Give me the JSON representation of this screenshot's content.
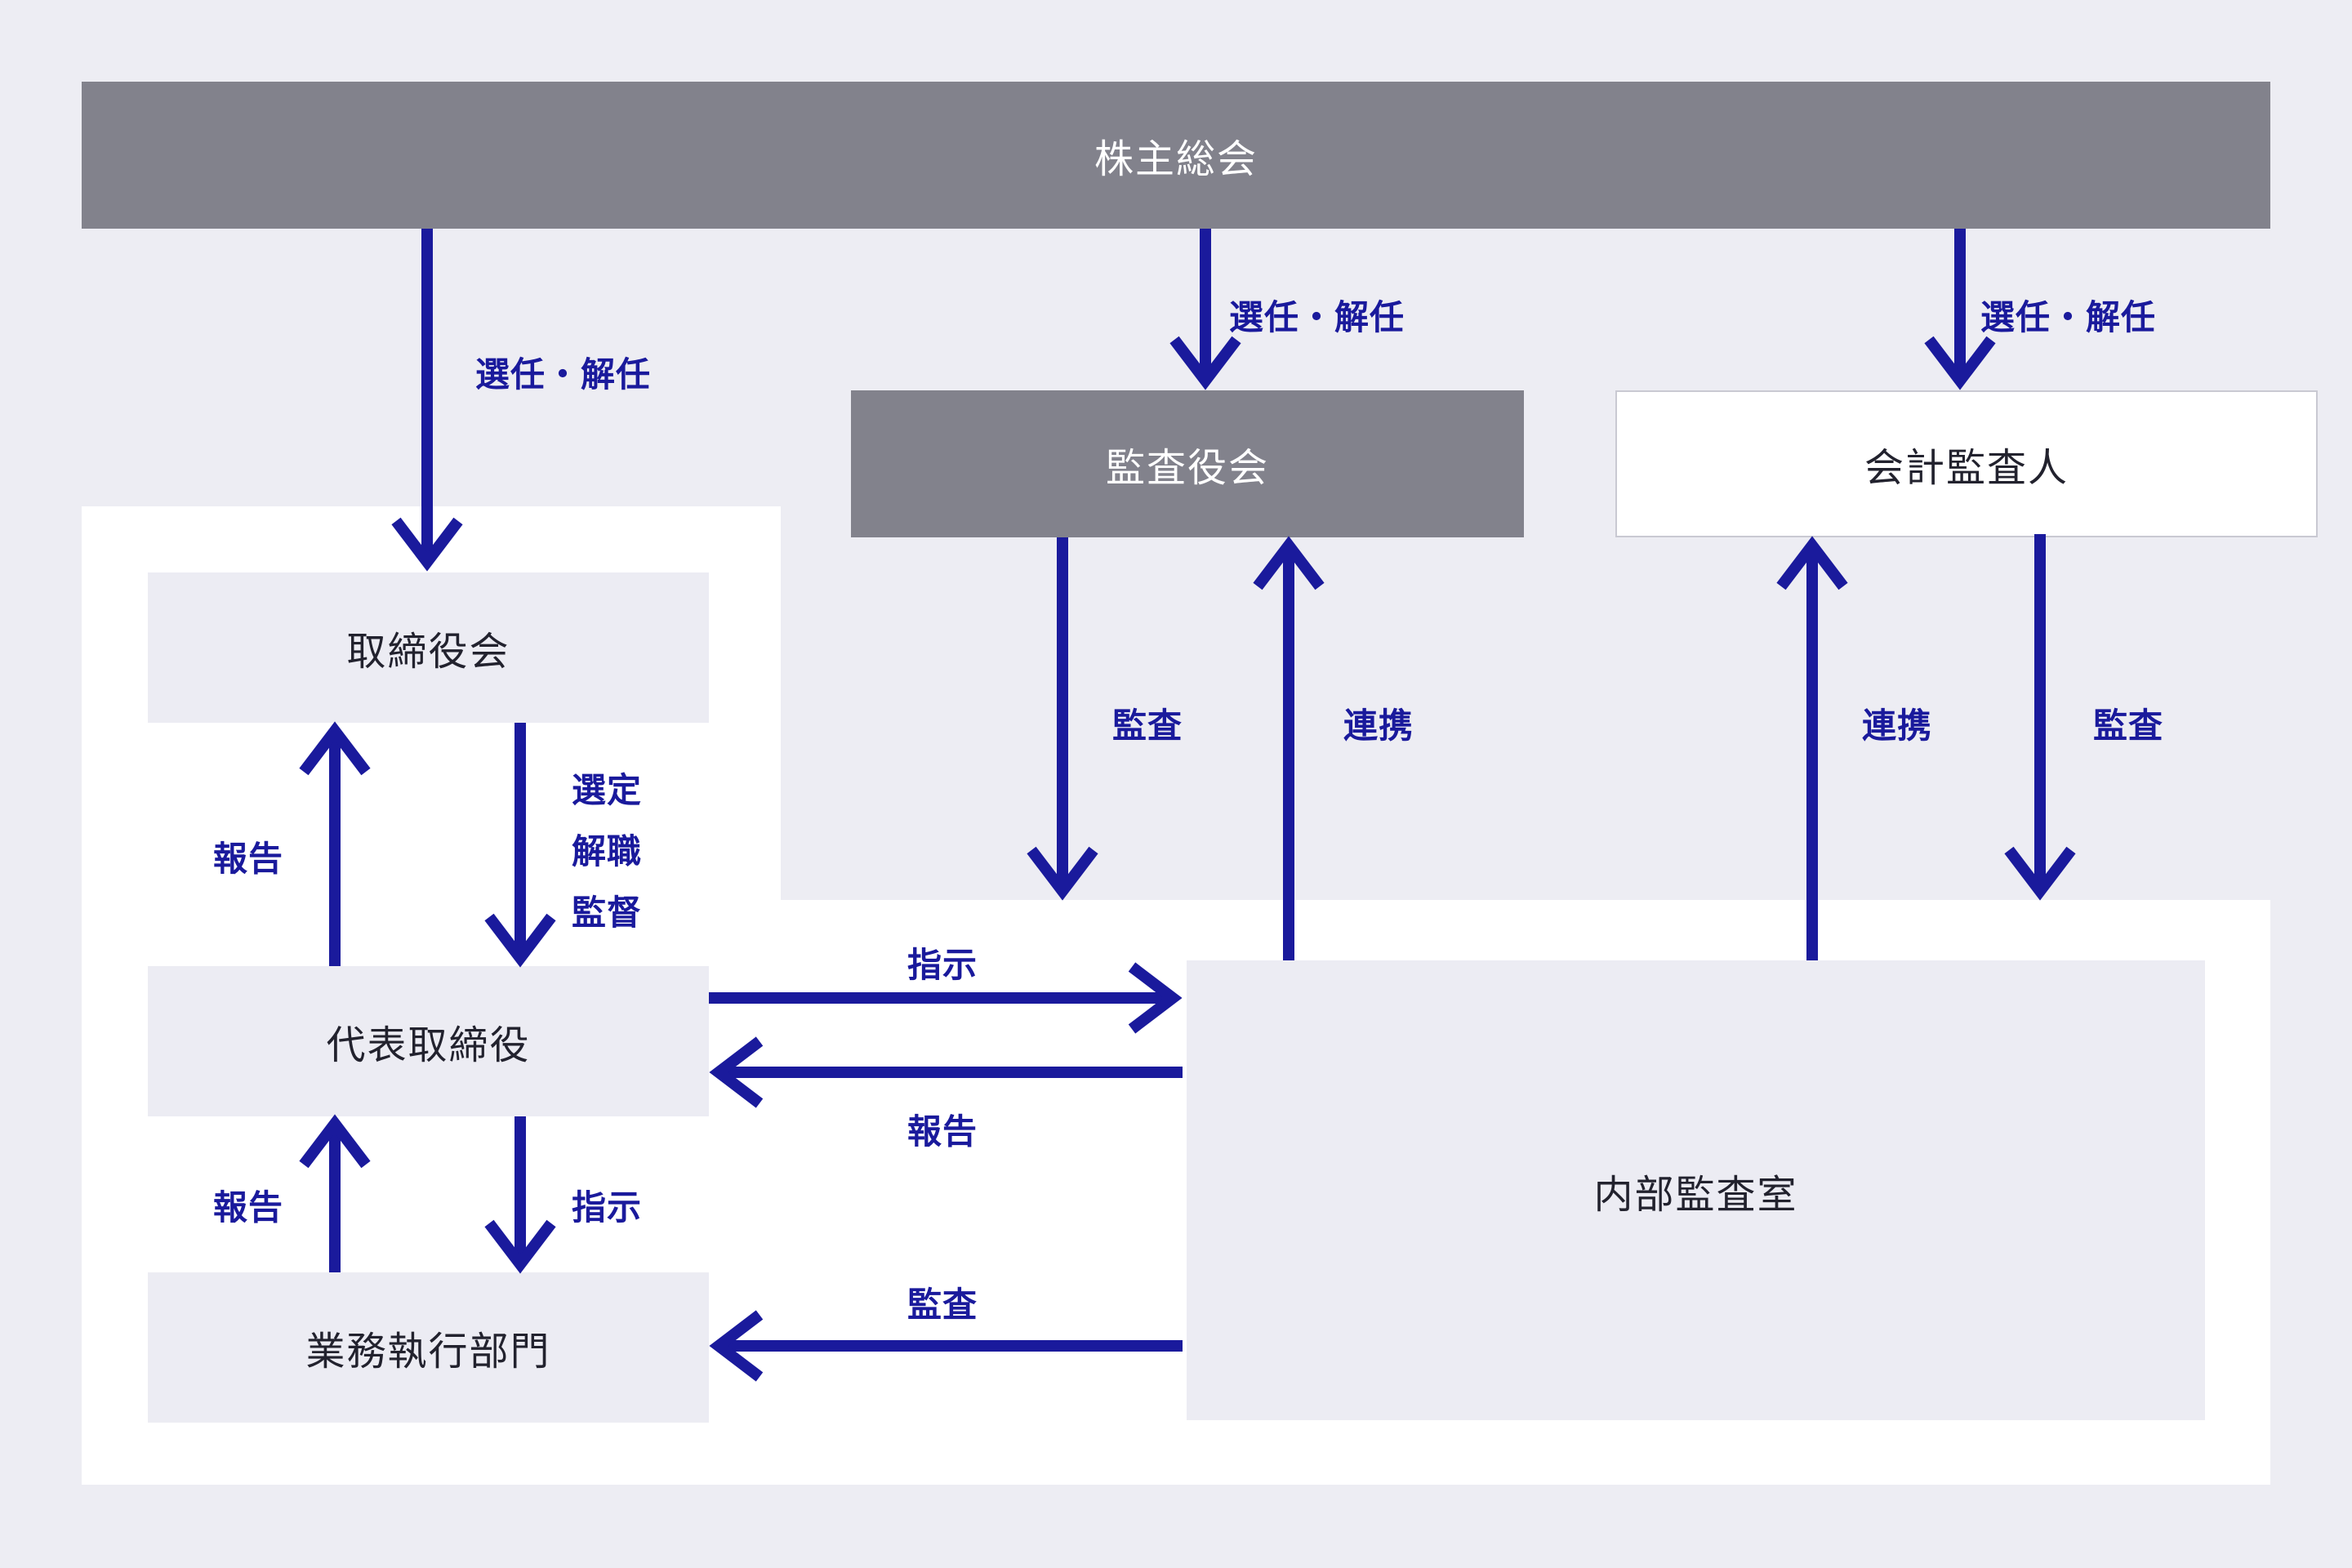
{
  "diagram": {
    "title_context": "corporate-governance-structure",
    "colors": {
      "page_background": "#ededf3",
      "container_white": "#ffffff",
      "node_gray": "#82828c",
      "node_lavender": "#ececf3",
      "auditor_border": "#c9c9d2",
      "arrow_navy": "#1a1a9c",
      "node_text_dark": "#22222e",
      "node_text_light": "#ffffff"
    },
    "nodes": {
      "shareholders": {
        "label": "株主総会"
      },
      "audit_board": {
        "label": "監査役会"
      },
      "accounting_auditor": {
        "label": "会計監査人"
      },
      "board_of_directors": {
        "label": "取締役会"
      },
      "representative_director": {
        "label": "代表取締役"
      },
      "executive_departments": {
        "label": "業務執行部門"
      },
      "internal_audit_office": {
        "label": "内部監査室"
      }
    },
    "edge_labels": {
      "appoint_dismiss_left": "選任・解任",
      "appoint_dismiss_mid": "選任・解任",
      "appoint_dismiss_right": "選任・解任",
      "audit_mid": "監査",
      "cooperation_mid": "連携",
      "cooperation_right": "連携",
      "audit_right": "監査",
      "report_board": "報告",
      "select_dismiss_supervise": [
        "選定",
        "解職",
        "監督"
      ],
      "report_exec": "報告",
      "instruct_exec": "指示",
      "instruct_internal_audit": "指示",
      "report_from_internal_audit": "報告",
      "audit_from_internal_audit": "監査"
    }
  }
}
